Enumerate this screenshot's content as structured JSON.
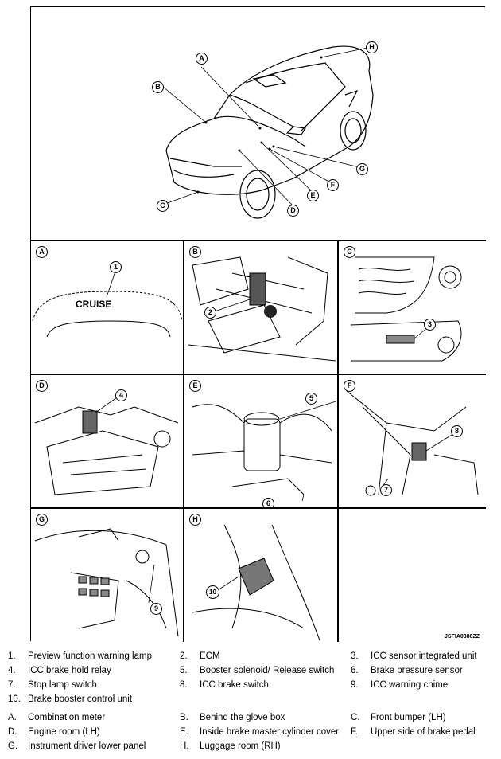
{
  "figure": {
    "code": "JSFIA0386ZZ",
    "main_callouts": [
      "A",
      "B",
      "C",
      "D",
      "E",
      "F",
      "G",
      "H"
    ],
    "panels": [
      {
        "letter": "A",
        "numbers": [
          "1"
        ],
        "text": "CRUISE"
      },
      {
        "letter": "B",
        "numbers": [
          "2"
        ]
      },
      {
        "letter": "C",
        "numbers": [
          "3"
        ]
      },
      {
        "letter": "D",
        "numbers": [
          "4"
        ]
      },
      {
        "letter": "E",
        "numbers": [
          "5",
          "6"
        ]
      },
      {
        "letter": "F",
        "numbers": [
          "7",
          "8"
        ]
      },
      {
        "letter": "G",
        "numbers": [
          "9"
        ]
      },
      {
        "letter": "H",
        "numbers": [
          "10"
        ]
      }
    ]
  },
  "legend": {
    "numbered": [
      {
        "k": "1.",
        "t": "Preview function warning lamp"
      },
      {
        "k": "2.",
        "t": "ECM"
      },
      {
        "k": "3.",
        "t": "ICC sensor integrated unit"
      },
      {
        "k": "4.",
        "t": "ICC brake hold relay"
      },
      {
        "k": "5.",
        "t": "Booster solenoid/ Release switch"
      },
      {
        "k": "6.",
        "t": "Brake pressure sensor"
      },
      {
        "k": "7.",
        "t": "Stop lamp switch"
      },
      {
        "k": "8.",
        "t": "ICC brake switch"
      },
      {
        "k": "9.",
        "t": "ICC warning chime"
      },
      {
        "k": "10.",
        "t": "Brake booster control unit"
      }
    ],
    "lettered": [
      {
        "k": "A.",
        "t": "Combination meter"
      },
      {
        "k": "B.",
        "t": "Behind the glove box"
      },
      {
        "k": "C.",
        "t": "Front bumper (LH)"
      },
      {
        "k": "D.",
        "t": "Engine room (LH)"
      },
      {
        "k": "E.",
        "t": "Inside brake master cylinder cover"
      },
      {
        "k": "F.",
        "t": "Upper side of brake pedal"
      },
      {
        "k": "G.",
        "t": "Instrument driver lower panel"
      },
      {
        "k": "H.",
        "t": "Luggage room (RH)"
      }
    ]
  }
}
